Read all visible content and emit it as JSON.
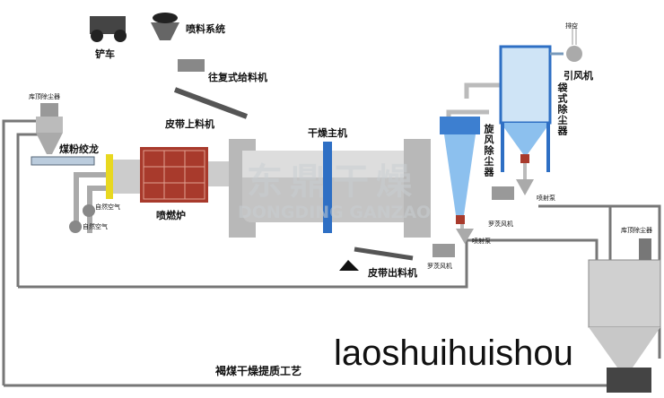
{
  "title": "褐煤干燥提质工艺",
  "labels": {
    "spray_system": "喷料系统",
    "loader": "铲车",
    "reciprocating_feeder": "往复式给料机",
    "belt_feeder": "皮带上料机",
    "silo_dust_collector_left": "库顶除尘器",
    "coal_screw": "煤粉绞龙",
    "natural_air_1": "自然空气",
    "natural_air_2": "自然空气",
    "burner": "喷燃炉",
    "dryer": "干燥主机",
    "belt_discharger": "皮带出料机",
    "roots_blower_1": "罗茨风机",
    "roots_blower_2": "罗茨风机",
    "jet_pump_1": "喷射泵",
    "jet_pump_2": "喷射泵",
    "cyclone": "旋风除尘器",
    "bag_filter": "袋式除尘器",
    "induced_fan": "引风机",
    "exhaust": "排空",
    "silo_dust_collector_right": "库顶除尘器"
  },
  "watermark": {
    "cn": "东鼎干燥",
    "en": "DONGDING GANZAO"
  },
  "overlay_text": "laoshuihuishou",
  "colors": {
    "pipe": "#777777",
    "vessel_blue": "#4a8fd6",
    "brick": "#a83a2c",
    "drum": "#b8b8b8"
  }
}
